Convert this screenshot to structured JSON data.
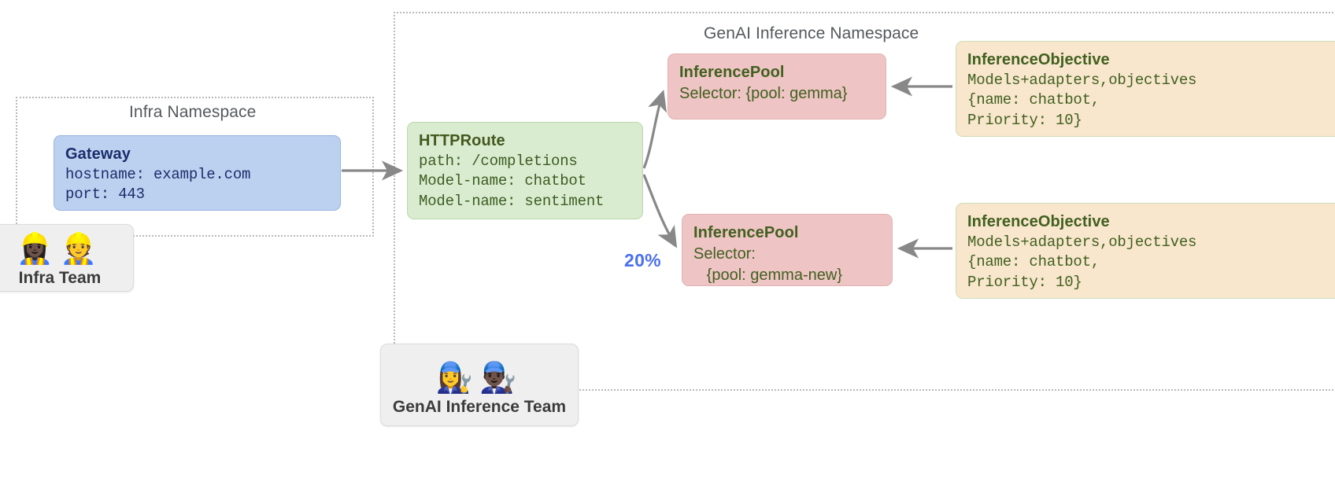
{
  "namespaces": [
    {
      "id": "infra",
      "label": "Infra Namespace"
    },
    {
      "id": "genai",
      "label": "GenAI Inference Namespace"
    }
  ],
  "gateway": {
    "title": "Gateway",
    "line1": "hostname: example.com",
    "line2": "port: 443"
  },
  "httproute": {
    "title": "HTTPRoute",
    "line1": "path: /completions",
    "line2": "Model-name: chatbot",
    "line3": "Model-name: sentiment"
  },
  "pools": [
    {
      "title": "InferencePool",
      "line1": "Selector: {pool: gemma}",
      "line2": ""
    },
    {
      "title": "InferencePool",
      "line1": "Selector:",
      "line2": "   {pool: gemma-new}"
    }
  ],
  "objectives": [
    {
      "title": "InferenceObjective",
      "line1": "Models+adapters,objectives",
      "line2": "{name: chatbot,",
      "line3": "Priority: 10}"
    },
    {
      "title": "InferenceObjective",
      "line1": "Models+adapters,objectives",
      "line2": "{name: chatbot,",
      "line3": "Priority: 10}"
    }
  ],
  "teams": [
    {
      "id": "infra-team",
      "label": "Infra Team",
      "emojis": "👷🏿‍♀️👷"
    },
    {
      "id": "genai-team",
      "label": "GenAI Inference Team",
      "emojis": "👩‍🔧👨🏿‍🔧"
    }
  ],
  "split": {
    "label": "20%"
  },
  "colors": {
    "gateway_bg": "#bcd1f0",
    "gateway_text": "#1b2d6b",
    "httproute_bg": "#d9ecd0",
    "httproute_text": "#44581f",
    "pool_bg": "#eec4c4",
    "objective_bg": "#f8e6cd",
    "node_green_text": "#41601f",
    "arrow": "#808080",
    "namespace_border": "#b9b9b9",
    "split_label": "#4a6ff0"
  }
}
